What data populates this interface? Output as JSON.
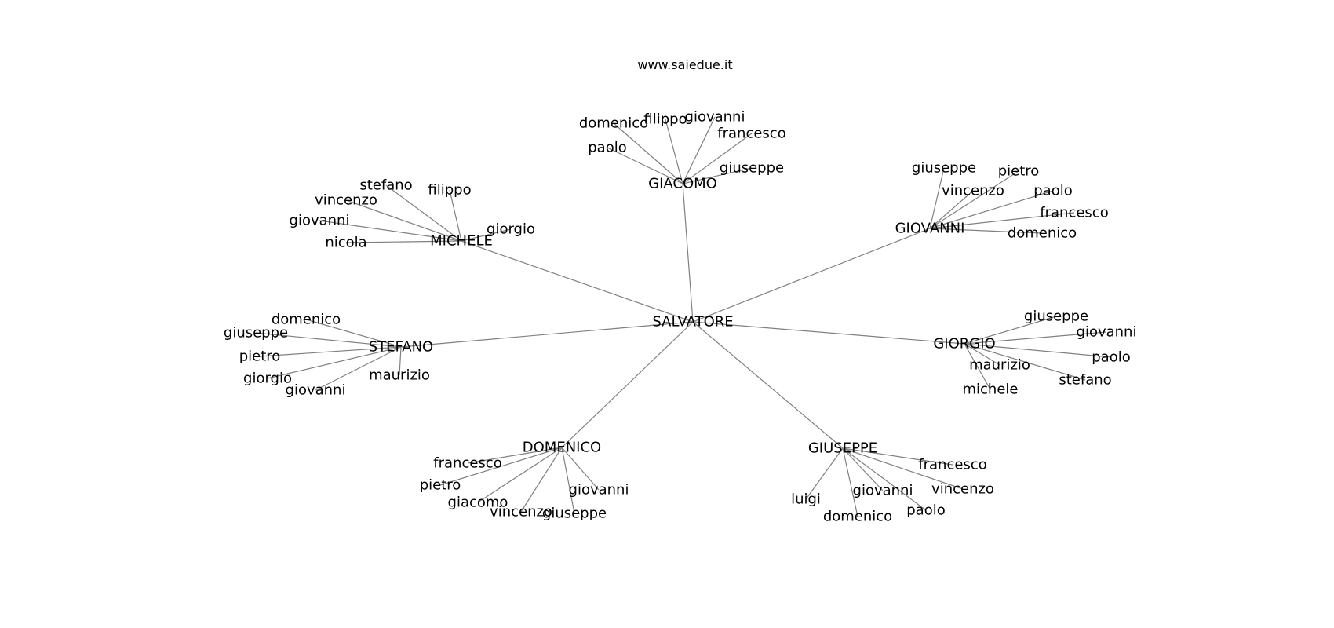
{
  "title": "www.saiedue.it",
  "root": "SALVATORE",
  "children": [
    {
      "name": "GIACOMO",
      "leaves": [
        "domenico",
        "filippo",
        "giovanni",
        "francesco",
        "paolo",
        "giuseppe"
      ]
    },
    {
      "name": "GIOVANNI",
      "leaves": [
        "giuseppe",
        "pietro",
        "vincenzo",
        "paolo",
        "francesco",
        "domenico"
      ]
    },
    {
      "name": "MICHELE",
      "leaves": [
        "stefano",
        "filippo",
        "vincenzo",
        "giovanni",
        "giorgio",
        "nicola"
      ]
    },
    {
      "name": "STEFANO",
      "leaves": [
        "domenico",
        "giuseppe",
        "pietro",
        "giorgio",
        "giovanni",
        "maurizio"
      ]
    },
    {
      "name": "GIORGIO",
      "leaves": [
        "giuseppe",
        "giovanni",
        "paolo",
        "maurizio",
        "stefano",
        "michele"
      ]
    },
    {
      "name": "DOMENICO",
      "leaves": [
        "francesco",
        "pietro",
        "giacomo",
        "vincenzo",
        "giuseppe",
        "giovanni"
      ]
    },
    {
      "name": "GIUSEPPE",
      "leaves": [
        "francesco",
        "vincenzo",
        "giovanni",
        "paolo",
        "luigi",
        "domenico"
      ]
    }
  ]
}
